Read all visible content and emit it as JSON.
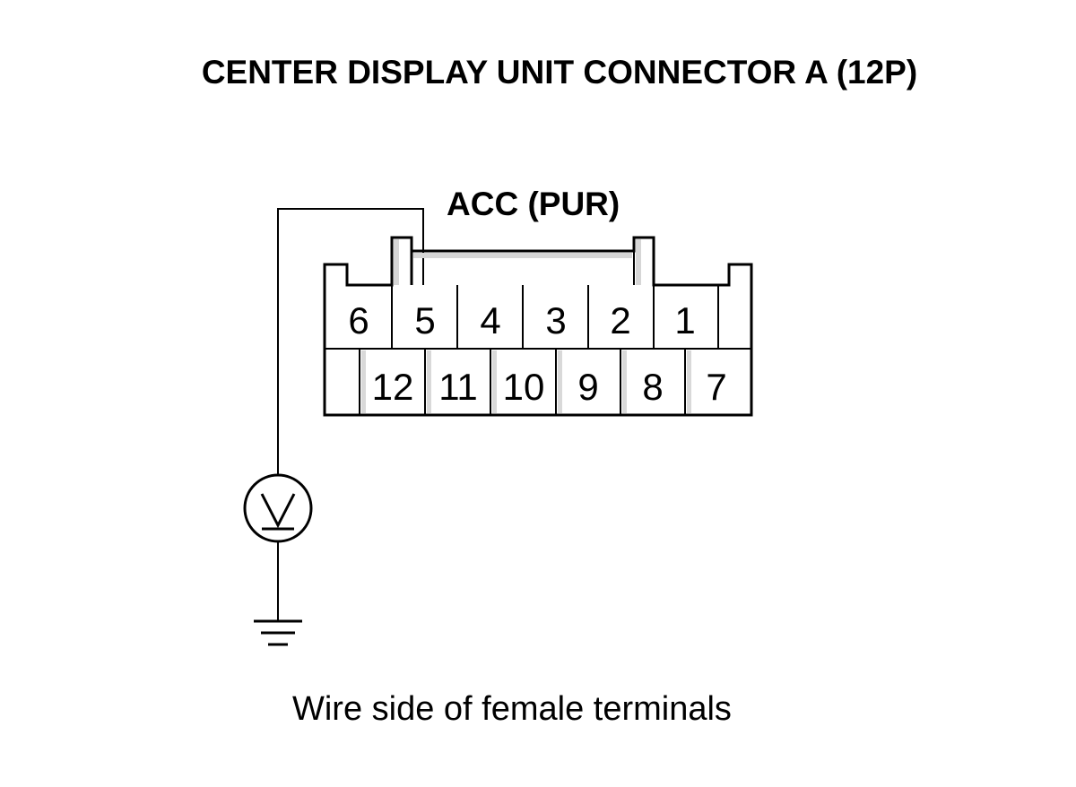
{
  "title": "CENTER DISPLAY UNIT CONNECTOR A (12P)",
  "wire_label": "ACC (PUR)",
  "caption": "Wire side of female terminals",
  "connector": {
    "top_row": [
      "6",
      "5",
      "4",
      "3",
      "2",
      "1"
    ],
    "bottom_row": [
      "12",
      "11",
      "10",
      "9",
      "8",
      "7"
    ],
    "probed_terminal": "5"
  },
  "meter": {
    "type": "voltmeter",
    "symbol": "V"
  },
  "ground": {
    "symbol": "ground"
  }
}
